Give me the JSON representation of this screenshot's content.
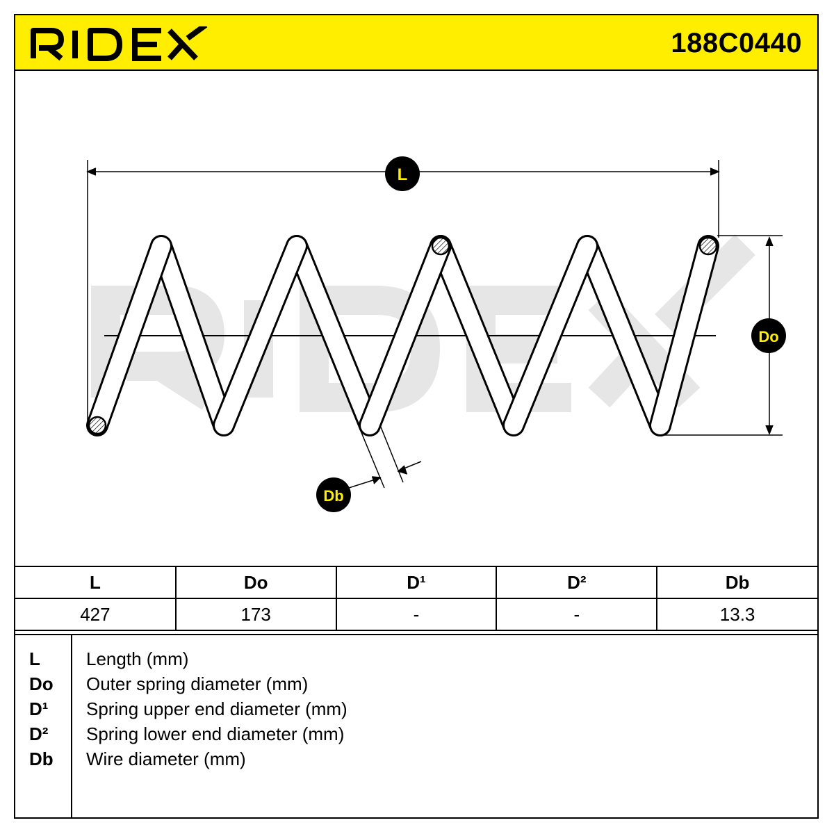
{
  "brand": {
    "logo_text": "RIDEX",
    "colors": {
      "header_bg": "#ffee00",
      "badge_bg": "#000000",
      "badge_text": "#ffee00",
      "watermark": "#e6e6e6"
    }
  },
  "header": {
    "part_number": "188C0440"
  },
  "diagram": {
    "labels": {
      "length": "L",
      "outer_diameter": "Do",
      "wire_diameter": "Db"
    },
    "watermark": "RIDEX"
  },
  "specs": {
    "headers": [
      "L",
      "Do",
      "D¹",
      "D²",
      "Db"
    ],
    "values": [
      "427",
      "173",
      "-",
      "-",
      "13.3"
    ]
  },
  "legend": [
    {
      "key": "L",
      "desc": "Length (mm)"
    },
    {
      "key": "Do",
      "desc": "Outer spring diameter (mm)"
    },
    {
      "key": "D¹",
      "desc": "Spring upper end diameter (mm)"
    },
    {
      "key": "D²",
      "desc": "Spring lower end diameter (mm)"
    },
    {
      "key": "Db",
      "desc": "Wire diameter (mm)"
    }
  ]
}
